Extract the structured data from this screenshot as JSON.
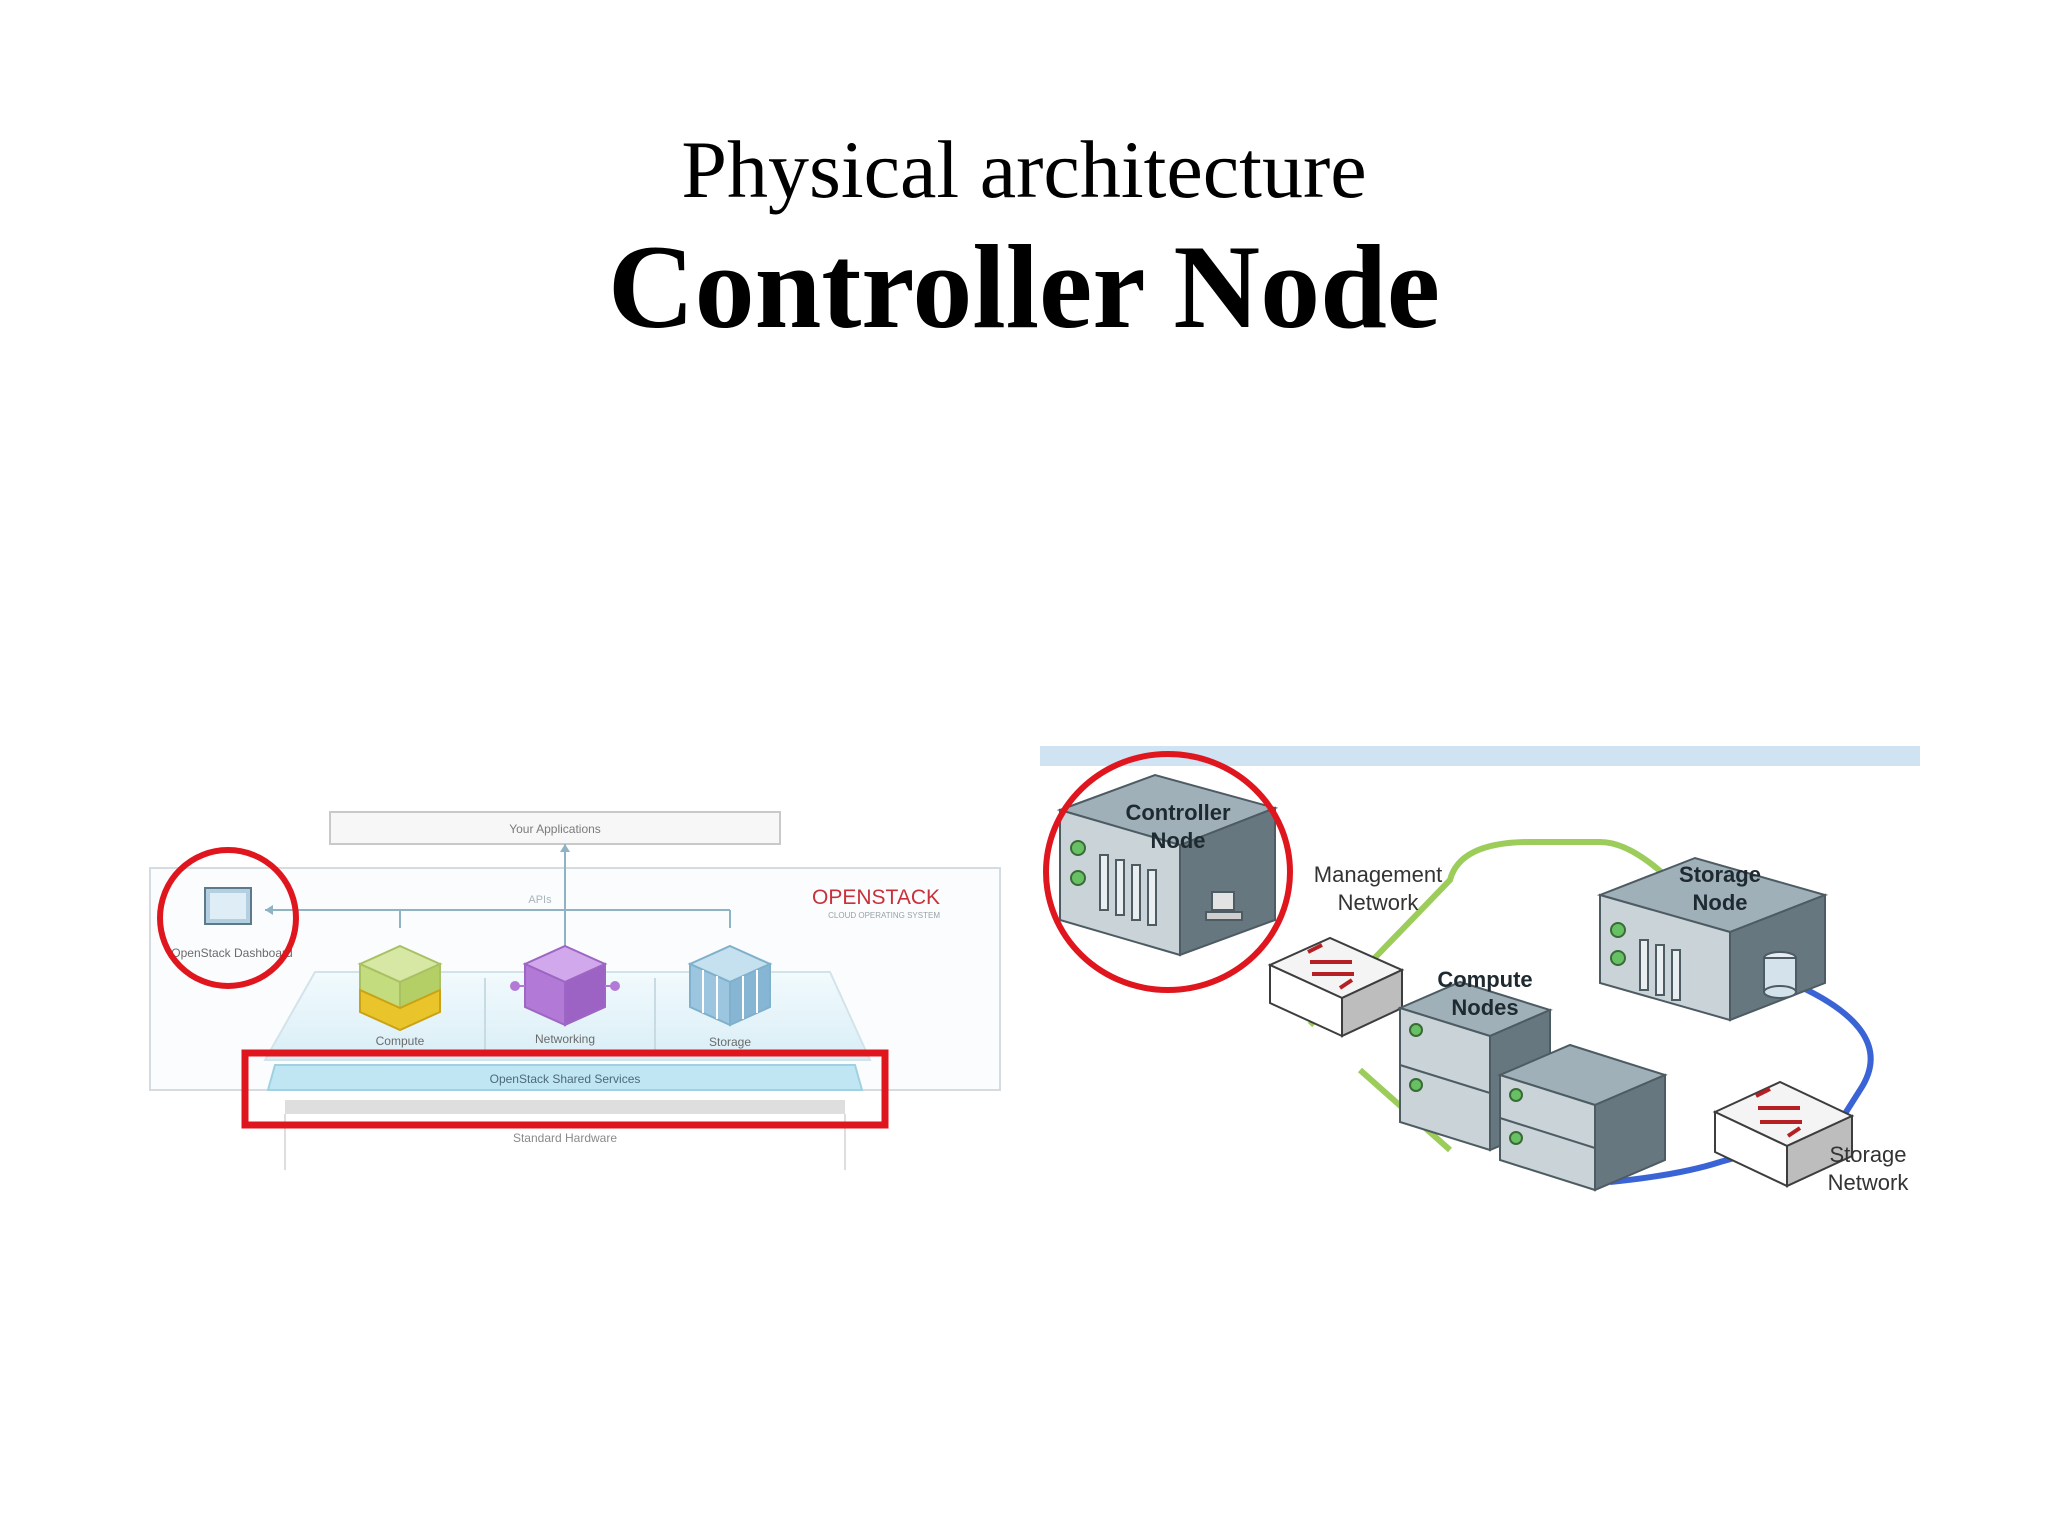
{
  "slide": {
    "title_line1": "Physical architecture",
    "title_line2": "Controller Node"
  },
  "openstack_diagram": {
    "your_applications": "Your Applications",
    "apis": "APIs",
    "brand": "OPENSTACK",
    "brand_sub": "CLOUD OPERATING SYSTEM",
    "dashboard": "OpenStack Dashboard",
    "compute": "Compute",
    "networking": "Networking",
    "storage": "Storage",
    "shared_services": "OpenStack Shared Services",
    "standard_hardware": "Standard Hardware",
    "colors": {
      "highlight_red": "#e0161e",
      "brand_red": "#c8313a",
      "compute_yellow": "#e9c42a",
      "compute_green": "#c3dc7e",
      "networking_purple": "#b27ad6",
      "storage_blue": "#9cc6e0",
      "shared_cyan": "#bfe6f2"
    }
  },
  "network_diagram": {
    "controller_line1": "Controller",
    "controller_line2": "Node",
    "management_line1": "Management",
    "management_line2": "Network",
    "storage_node_line1": "Storage",
    "storage_node_line2": "Node",
    "compute_line1": "Compute",
    "compute_line2": "Nodes",
    "storage_net_line1": "Storage",
    "storage_net_line2": "Network",
    "colors": {
      "management_link": "#9ccc5a",
      "storage_link": "#3a63d6",
      "server_body": "#6d7f8a",
      "highlight_red": "#e0161e"
    }
  }
}
